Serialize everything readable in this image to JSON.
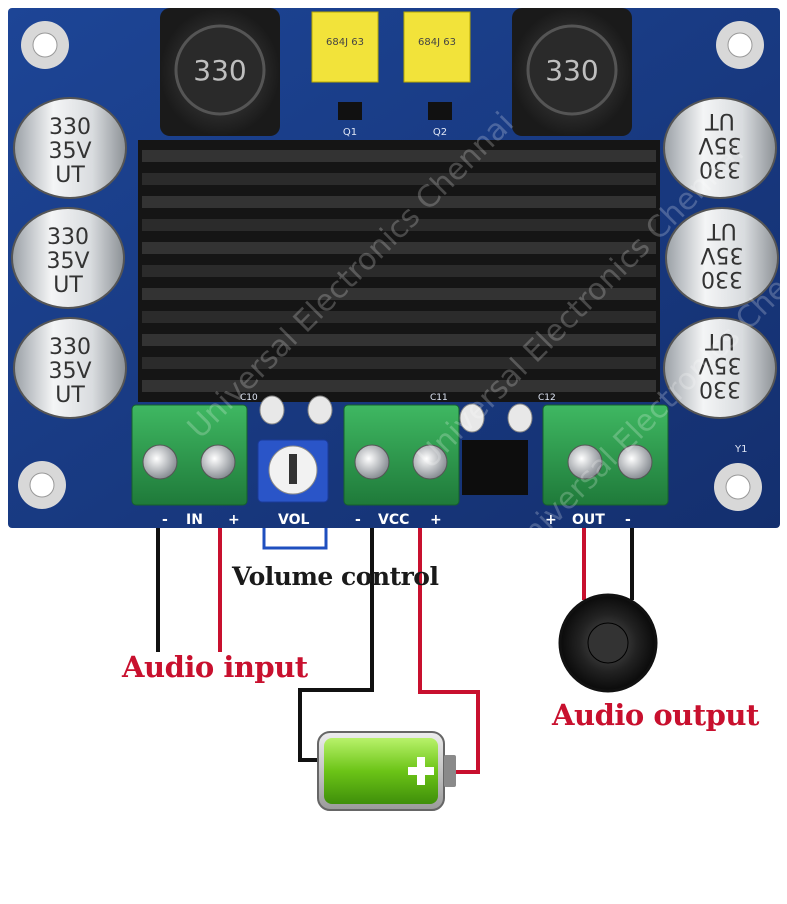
{
  "board": {
    "inductor_marking": "330",
    "film_cap_marking": "684J 63",
    "electrolytic_cap": {
      "line1": "330",
      "line2": "35V",
      "line3": "UT"
    },
    "silkscreen": {
      "input": "IN",
      "volume": "VOL",
      "power": "VCC",
      "output": "OUT",
      "plus": "+",
      "minus": "-",
      "c10": "C10",
      "c11": "C11",
      "c12": "C12",
      "y1": "Y1",
      "q1": "Q1",
      "q2": "Q2"
    }
  },
  "watermark": "Universal Electronics Chennai",
  "labels": {
    "volume_control": "Volume control",
    "audio_input": "Audio input",
    "audio_output": "Audio output"
  },
  "colors": {
    "pcb_blue": "#1c3f8c",
    "wire_red": "#c8102e",
    "wire_black": "#111111",
    "volume_bracket": "#1f4fbf",
    "terminal_green": "#2e9e4e",
    "battery_green": "#7ed321"
  }
}
